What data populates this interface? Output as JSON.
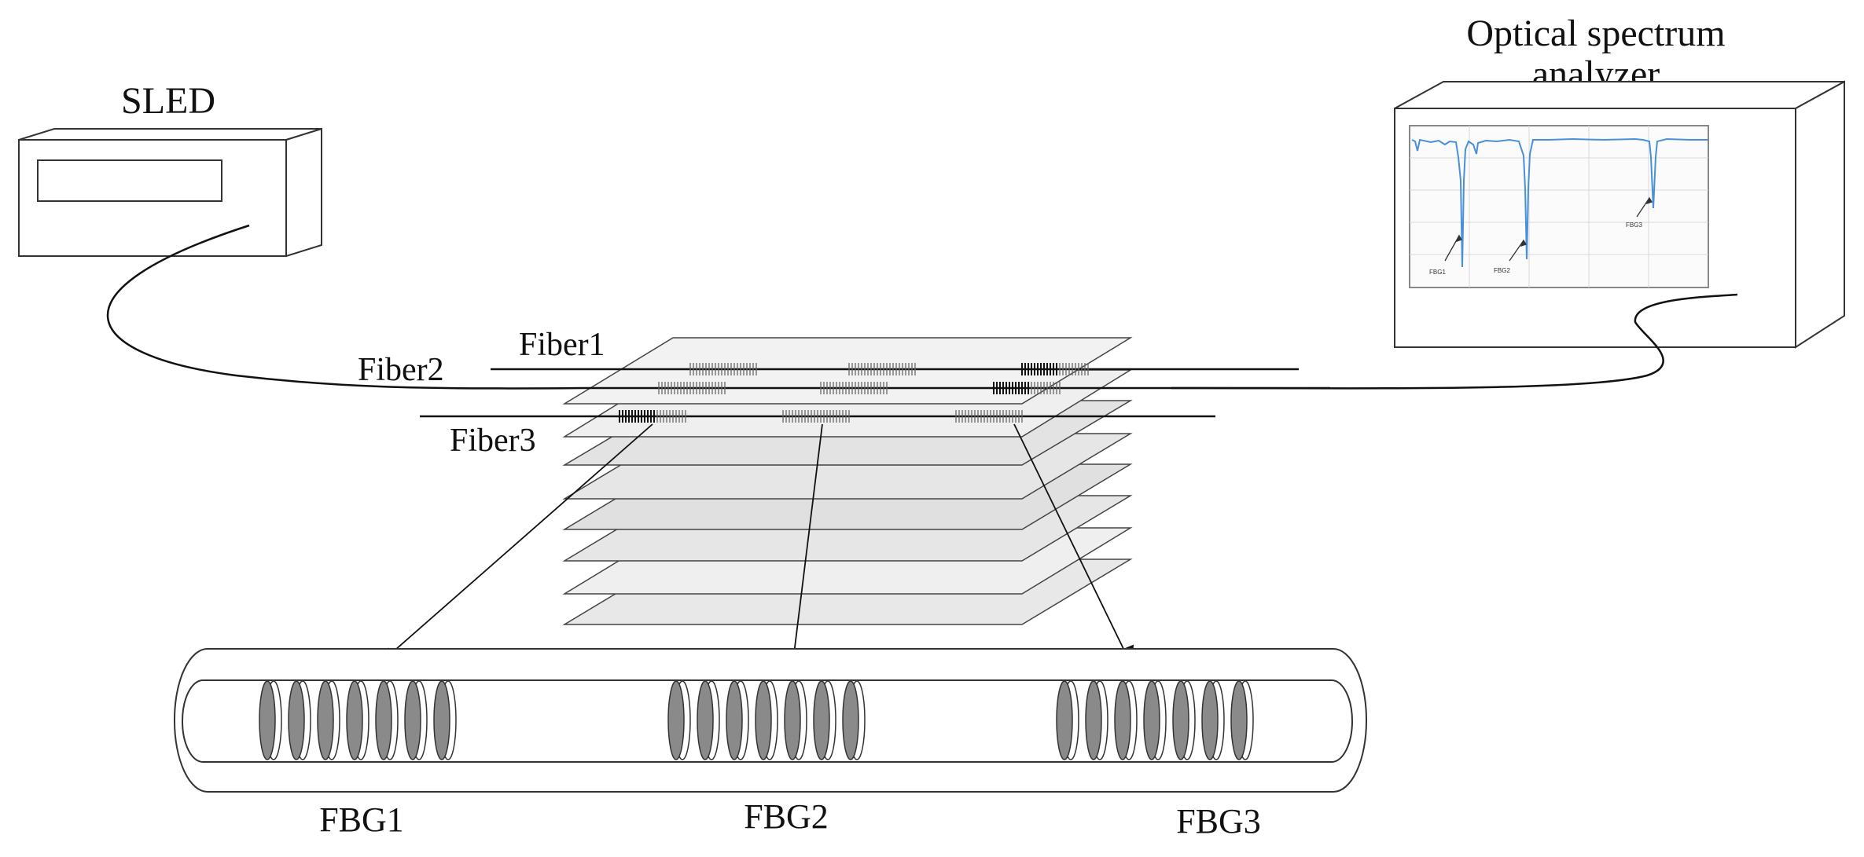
{
  "labels": {
    "sled": "SLED",
    "osa_line1": "Optical spectrum",
    "osa_line2": "analyzer",
    "fiber1": "Fiber1",
    "fiber2": "Fiber2",
    "fiber3": "Fiber3",
    "fbg1": "FBG1",
    "fbg2": "FBG2",
    "fbg3": "FBG3"
  },
  "osa_screen": {
    "labels": [
      "FBG1",
      "FBG2",
      "FBG3"
    ],
    "trace_color": "#4a90d9"
  },
  "colors": {
    "line": "#111111",
    "plate_fill": "#e6e6e6",
    "grating_fill": "#8a8a8a"
  }
}
